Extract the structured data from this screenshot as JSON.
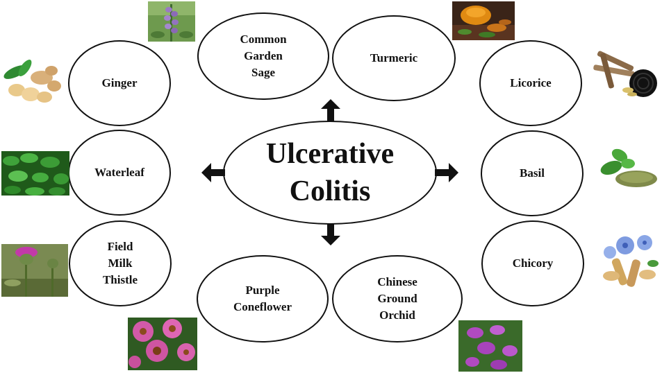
{
  "center": {
    "label": "Ulcerative\nColitis"
  },
  "herbs": {
    "sage": "Common\nGarden\nSage",
    "turmeric": "Turmeric",
    "ginger": "Ginger",
    "licorice": "Licorice",
    "waterleaf": "Waterleaf",
    "basil": "Basil",
    "milk_thistle": "Field\nMilk\nThistle",
    "chicory": "Chicory",
    "coneflower": "Purple\nConeflower",
    "orchid": "Chinese\nGround\nOrchid"
  },
  "colors": {
    "outline": "#111111",
    "background": "#ffffff"
  }
}
